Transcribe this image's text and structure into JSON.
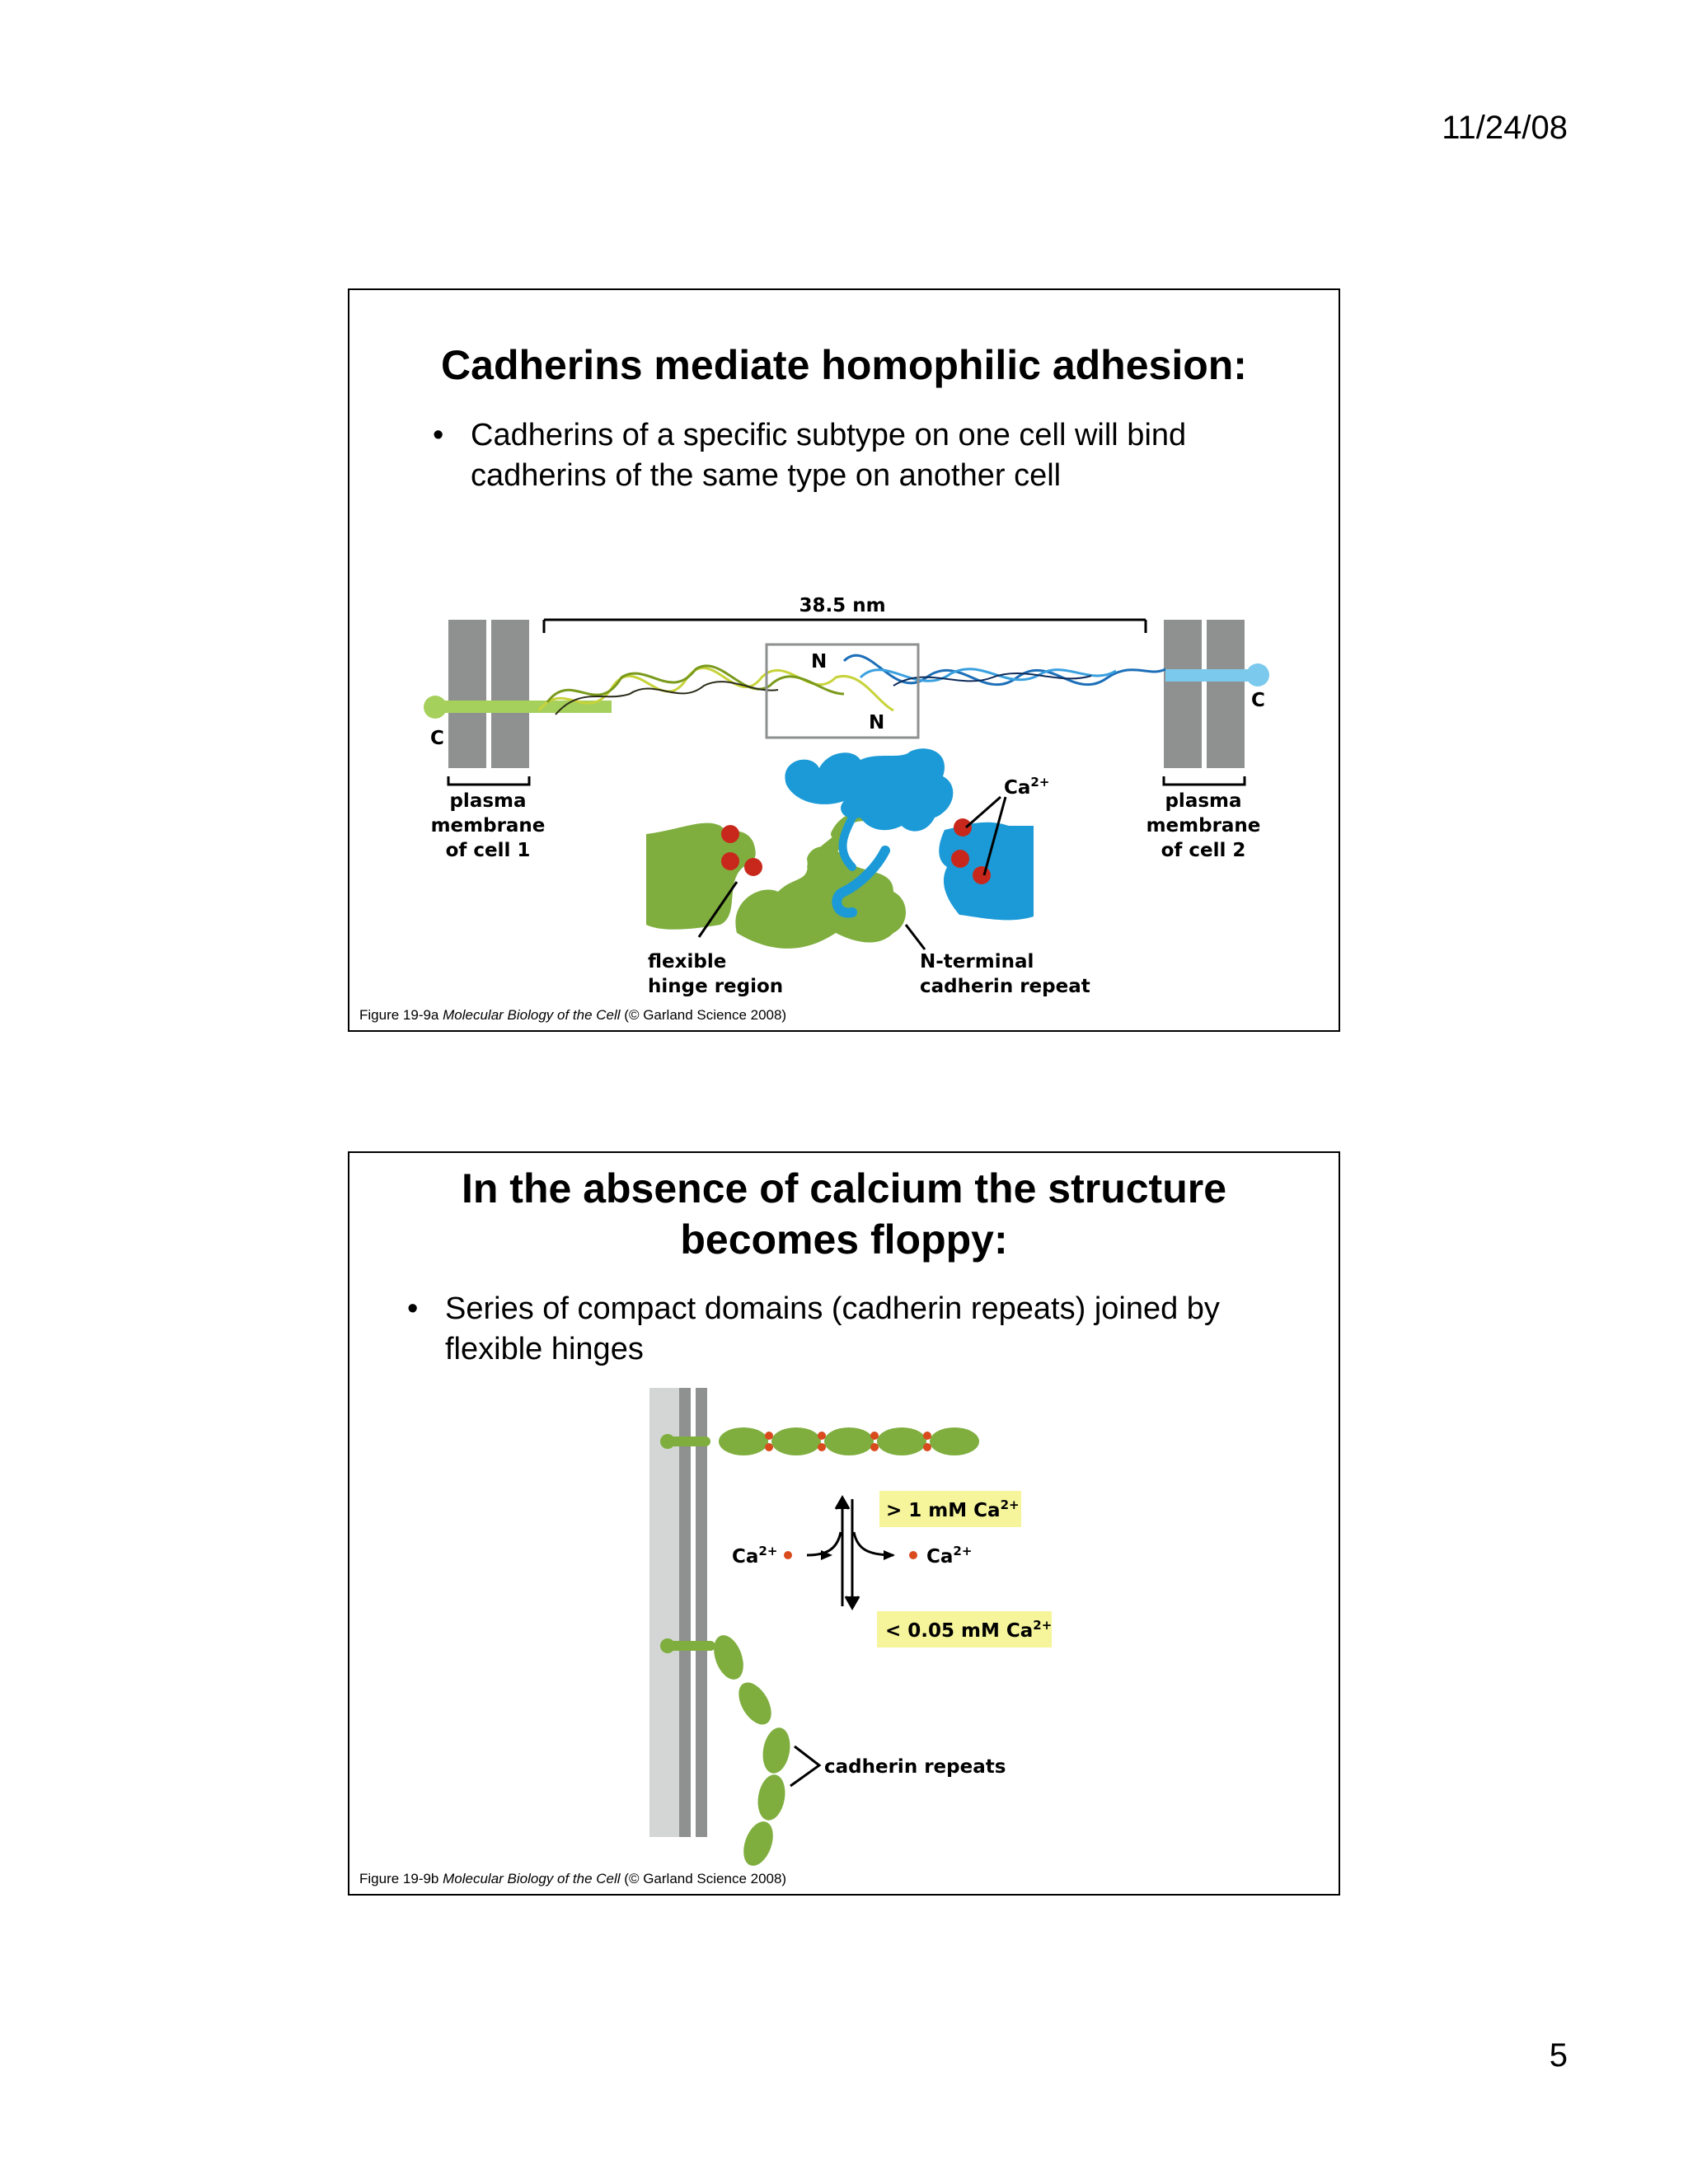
{
  "header": {
    "date": "11/24/08"
  },
  "footer": {
    "page_number": "5"
  },
  "slide1": {
    "title": "Cadherins mediate homophilic adhesion:",
    "bullet_line1": "Cadherins of a specific subtype on one cell will bind",
    "bullet_line2": "cadherins of the same type on another cell",
    "figure": {
      "distance_label": "38.5 nm",
      "n_label_top": "N",
      "n_label_bottom": "N",
      "c_left": "C",
      "c_right": "C",
      "membrane1_l1": "plasma",
      "membrane1_l2": "membrane",
      "membrane1_l3": "of cell 1",
      "membrane2_l1": "plasma",
      "membrane2_l2": "membrane",
      "membrane2_l3": "of cell 2",
      "ca_label": "Ca",
      "ca_sup": "2+",
      "hinge_l1": "flexible",
      "hinge_l2": "hinge region",
      "repeat_l1": "N-terminal",
      "repeat_l2": "cadherin repeat"
    },
    "caption_prefix": "Figure 19-9a  ",
    "caption_book": "Molecular Biology of the Cell",
    "caption_suffix": " (© Garland Science 2008)"
  },
  "slide2": {
    "title_line1": "In the absence of calcium the structure",
    "title_line2": "becomes floppy:",
    "bullet_line1": "Series of compact domains (cadherin repeats) joined by",
    "bullet_line2": "flexible hinges",
    "figure": {
      "high_ca": "> 1 mM Ca",
      "high_sup": "2+",
      "low_ca": "< 0.05 mM Ca",
      "low_sup": "2+",
      "ca_left": "Ca",
      "ca_left_sup": "2+",
      "ca_right": "Ca",
      "ca_right_sup": "2+",
      "repeats_label": "cadherin repeats"
    },
    "caption_prefix": "Figure 19-9b  ",
    "caption_book": "Molecular Biology of the Cell",
    "caption_suffix": " (© Garland Science 2008)"
  },
  "colors": {
    "green_protein": "#7fae3f",
    "blue_protein": "#1b9ad7",
    "light_green_link": "#a6d05c",
    "light_blue_link": "#7cc9ee",
    "membrane_gray": "#8e918f",
    "calcium_red": "#c8281c",
    "highlight_yellow": "#f6f59c"
  }
}
